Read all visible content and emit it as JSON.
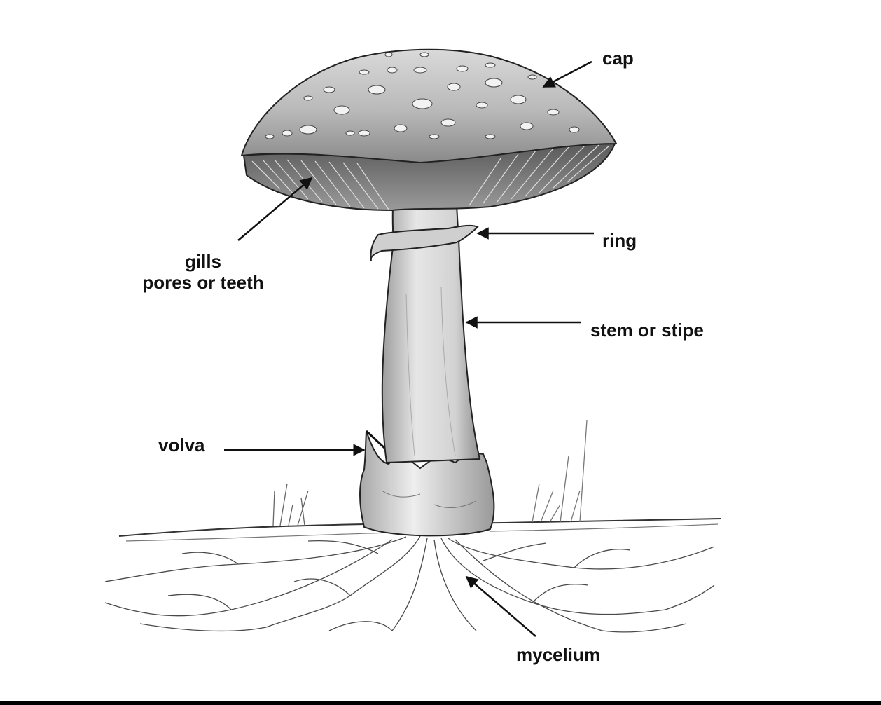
{
  "labels": {
    "cap": "cap",
    "ring": "ring",
    "gills_line1": "gills",
    "gills_line2": "pores or teeth",
    "stem": "stem or stipe",
    "volva": "volva",
    "mycelium": "mycelium"
  },
  "colors": {
    "ink": "#111111",
    "shade": "#6a6a6a",
    "light_shade": "#bdbdbd",
    "paper": "#ffffff"
  }
}
